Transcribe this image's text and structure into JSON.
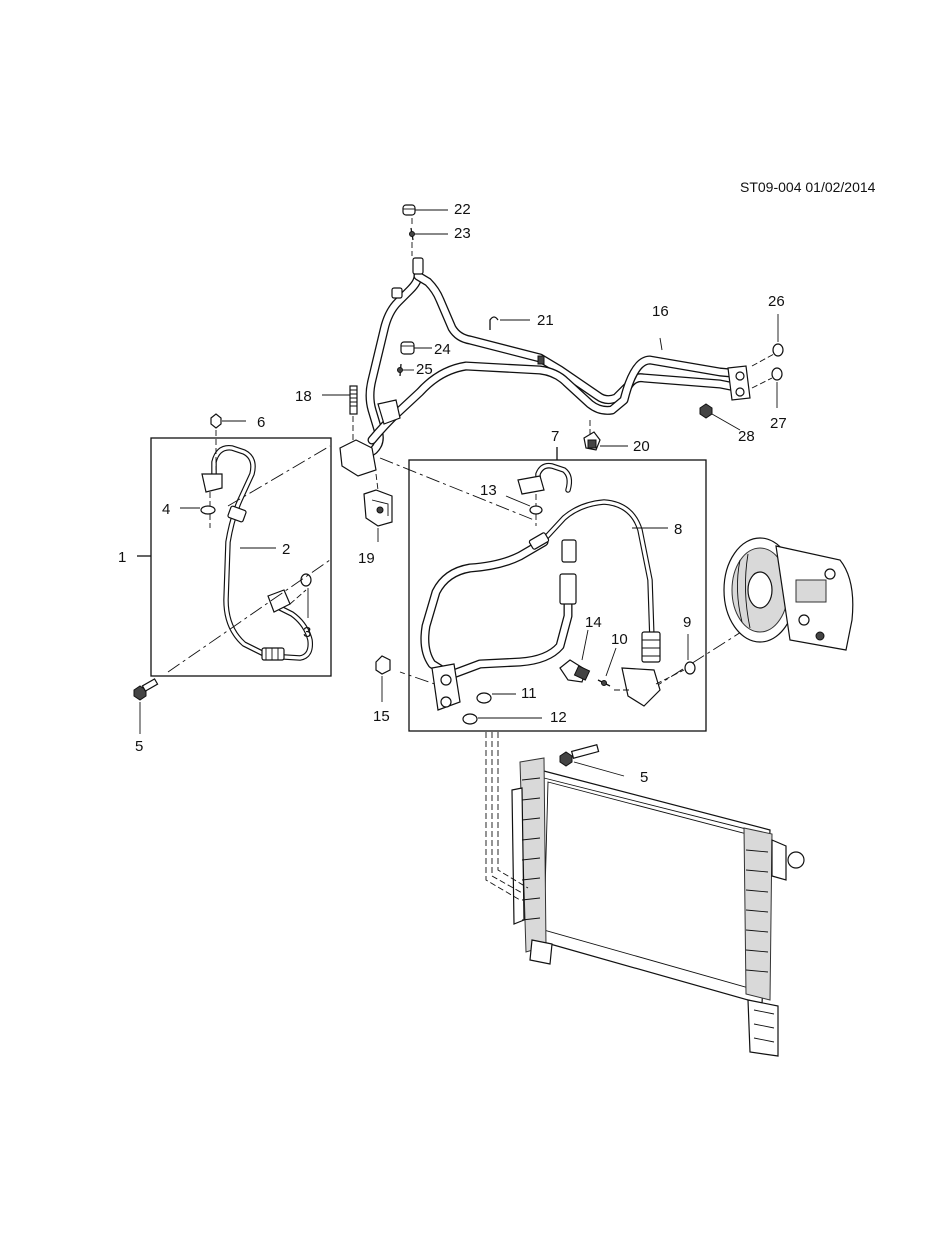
{
  "header": {
    "diagram_code": "ST09-004 01/02/2014"
  },
  "callouts": [
    {
      "id": "c22",
      "label": "22"
    },
    {
      "id": "c23",
      "label": "23"
    },
    {
      "id": "c21",
      "label": "21"
    },
    {
      "id": "c16",
      "label": "16"
    },
    {
      "id": "c26",
      "label": "26"
    },
    {
      "id": "c24",
      "label": "24"
    },
    {
      "id": "c25",
      "label": "25"
    },
    {
      "id": "c18",
      "label": "18"
    },
    {
      "id": "c27",
      "label": "27"
    },
    {
      "id": "c28",
      "label": "28"
    },
    {
      "id": "c6",
      "label": "6"
    },
    {
      "id": "c7",
      "label": "7"
    },
    {
      "id": "c20",
      "label": "20"
    },
    {
      "id": "c13",
      "label": "13"
    },
    {
      "id": "c4",
      "label": "4"
    },
    {
      "id": "c8",
      "label": "8"
    },
    {
      "id": "c2",
      "label": "2"
    },
    {
      "id": "c1",
      "label": "1"
    },
    {
      "id": "c19",
      "label": "19"
    },
    {
      "id": "c3",
      "label": "3"
    },
    {
      "id": "c14",
      "label": "14"
    },
    {
      "id": "c10",
      "label": "10"
    },
    {
      "id": "c9",
      "label": "9"
    },
    {
      "id": "c11",
      "label": "11"
    },
    {
      "id": "c15",
      "label": "15"
    },
    {
      "id": "c12",
      "label": "12"
    },
    {
      "id": "c5a",
      "label": "5"
    },
    {
      "id": "c5b",
      "label": "5"
    }
  ]
}
